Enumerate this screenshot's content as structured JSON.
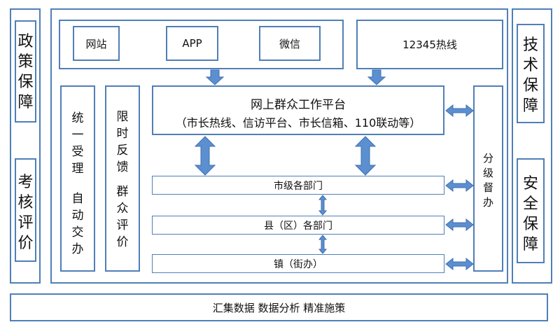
{
  "left_column": {
    "top": "政策保障",
    "bottom": "考核评价"
  },
  "right_column": {
    "top": "技术保障",
    "bottom": "安全保障"
  },
  "channels": {
    "website": "网站",
    "app": "APP",
    "wechat": "微信",
    "hotline": "12345热线"
  },
  "side_labels": {
    "accept": "统一受理",
    "assign": "自动交办",
    "limit": "限时反馈",
    "review": "群众评价"
  },
  "platform": {
    "title": "网上群众工作平台",
    "subtitle": "（市长热线、信访平台、市长信箱、110联动等）"
  },
  "levels": {
    "city": "市级各部门",
    "county": "县（区）各部门",
    "town": "镇（街办）"
  },
  "supervision": "分级督办",
  "footer": "汇集数据 数据分析 精准施策",
  "colors": {
    "border": "#4f7fb8",
    "arrow": "#5b8fd0",
    "arrow_stroke": "#3f6fae"
  }
}
